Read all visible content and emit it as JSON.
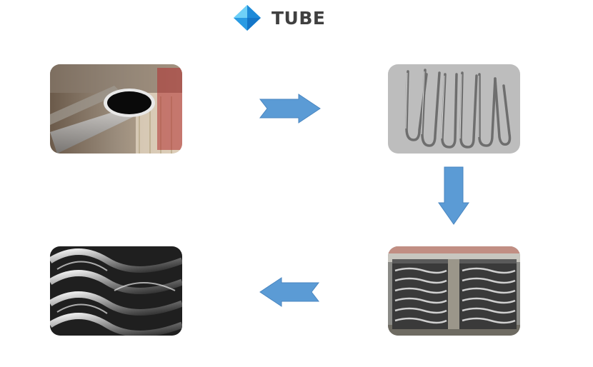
{
  "header": {
    "title": "TUBE",
    "logo_icon": "blue-diamond-icon"
  },
  "colors": {
    "title": "#404040",
    "arrow_fill": "#5b9bd5",
    "arrow_stroke": "#4a86c0",
    "logo_light": "#3fb7f0",
    "logo_dark": "#1476c8"
  },
  "steps": [
    {
      "image": "tube-cross-section-photo"
    },
    {
      "image": "bent-u-tubes-photo"
    },
    {
      "image": "finned-tube-assembly-photo"
    },
    {
      "image": "tube-bundle-closeup-photo"
    }
  ],
  "arrows": [
    {
      "direction": "right",
      "icon": "arrow-right-icon"
    },
    {
      "direction": "down",
      "icon": "arrow-down-icon"
    },
    {
      "direction": "left",
      "icon": "arrow-left-icon"
    }
  ]
}
